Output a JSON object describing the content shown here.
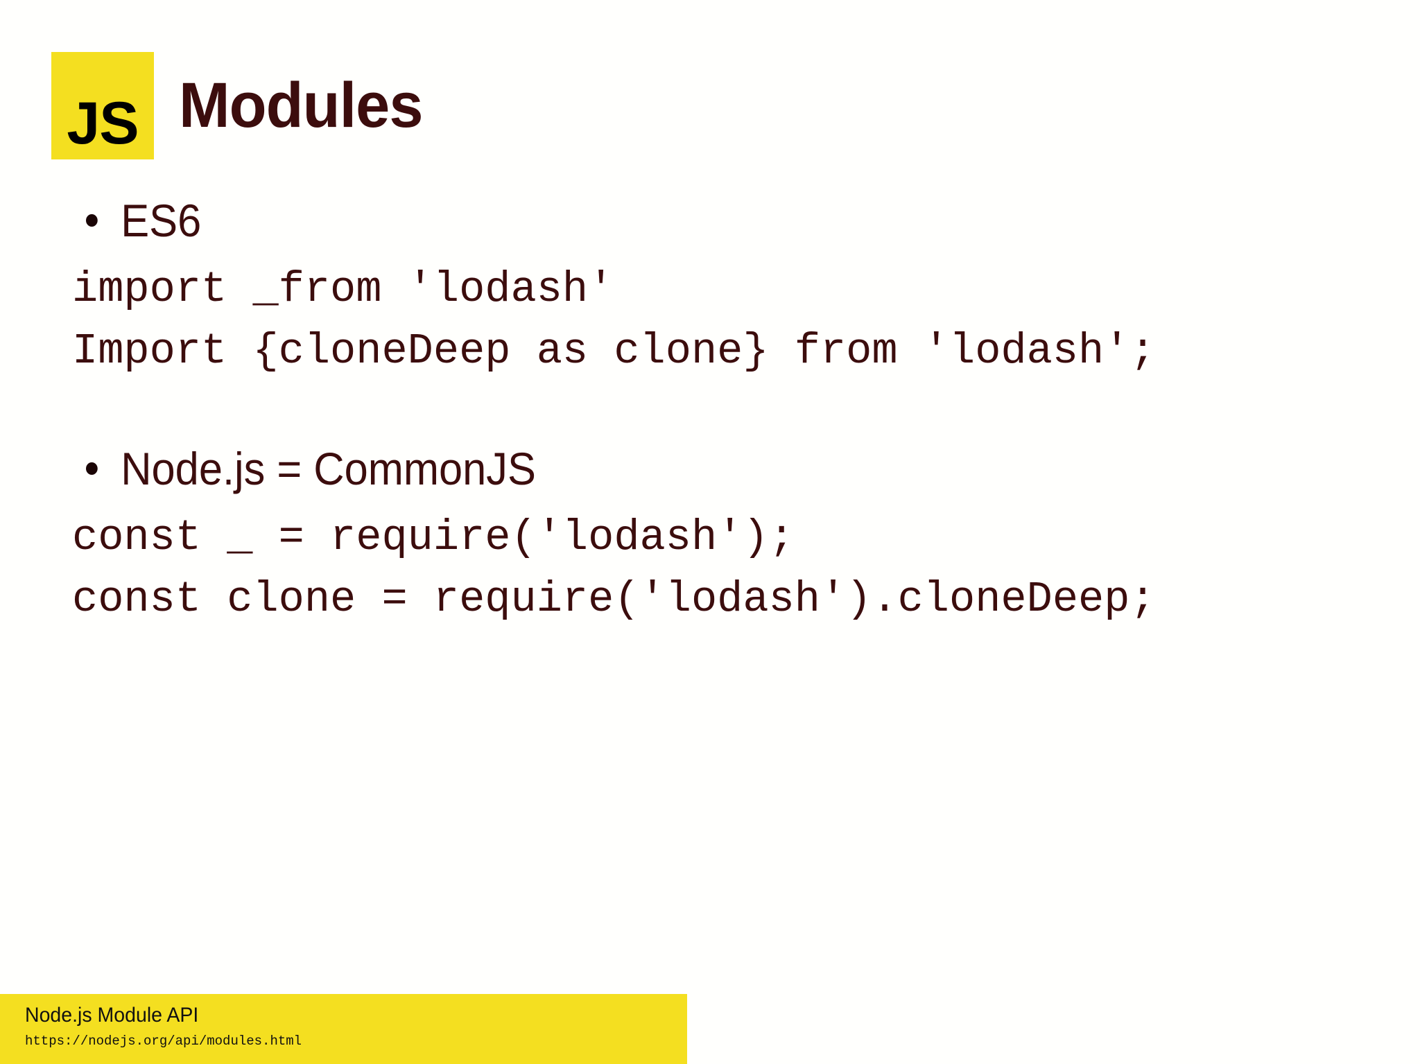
{
  "slide": {
    "background_color": "#fffffd",
    "accent_color": "#f4df20",
    "text_color": "#3c0d0d"
  },
  "header": {
    "badge_label": "JS",
    "title": "Modules"
  },
  "main": {
    "sections": [
      {
        "bullet": "ES6",
        "code": [
          "import _from 'lodash'",
          "Import {cloneDeep as clone} from 'lodash';"
        ]
      },
      {
        "bullet": "Node.js = CommonJS",
        "code": [
          "const _ = require('lodash');",
          "const clone = require('lodash').cloneDeep;"
        ]
      }
    ]
  },
  "footer": {
    "title": "Node.js Module API",
    "url": "https://nodejs.org/api/modules.html"
  }
}
